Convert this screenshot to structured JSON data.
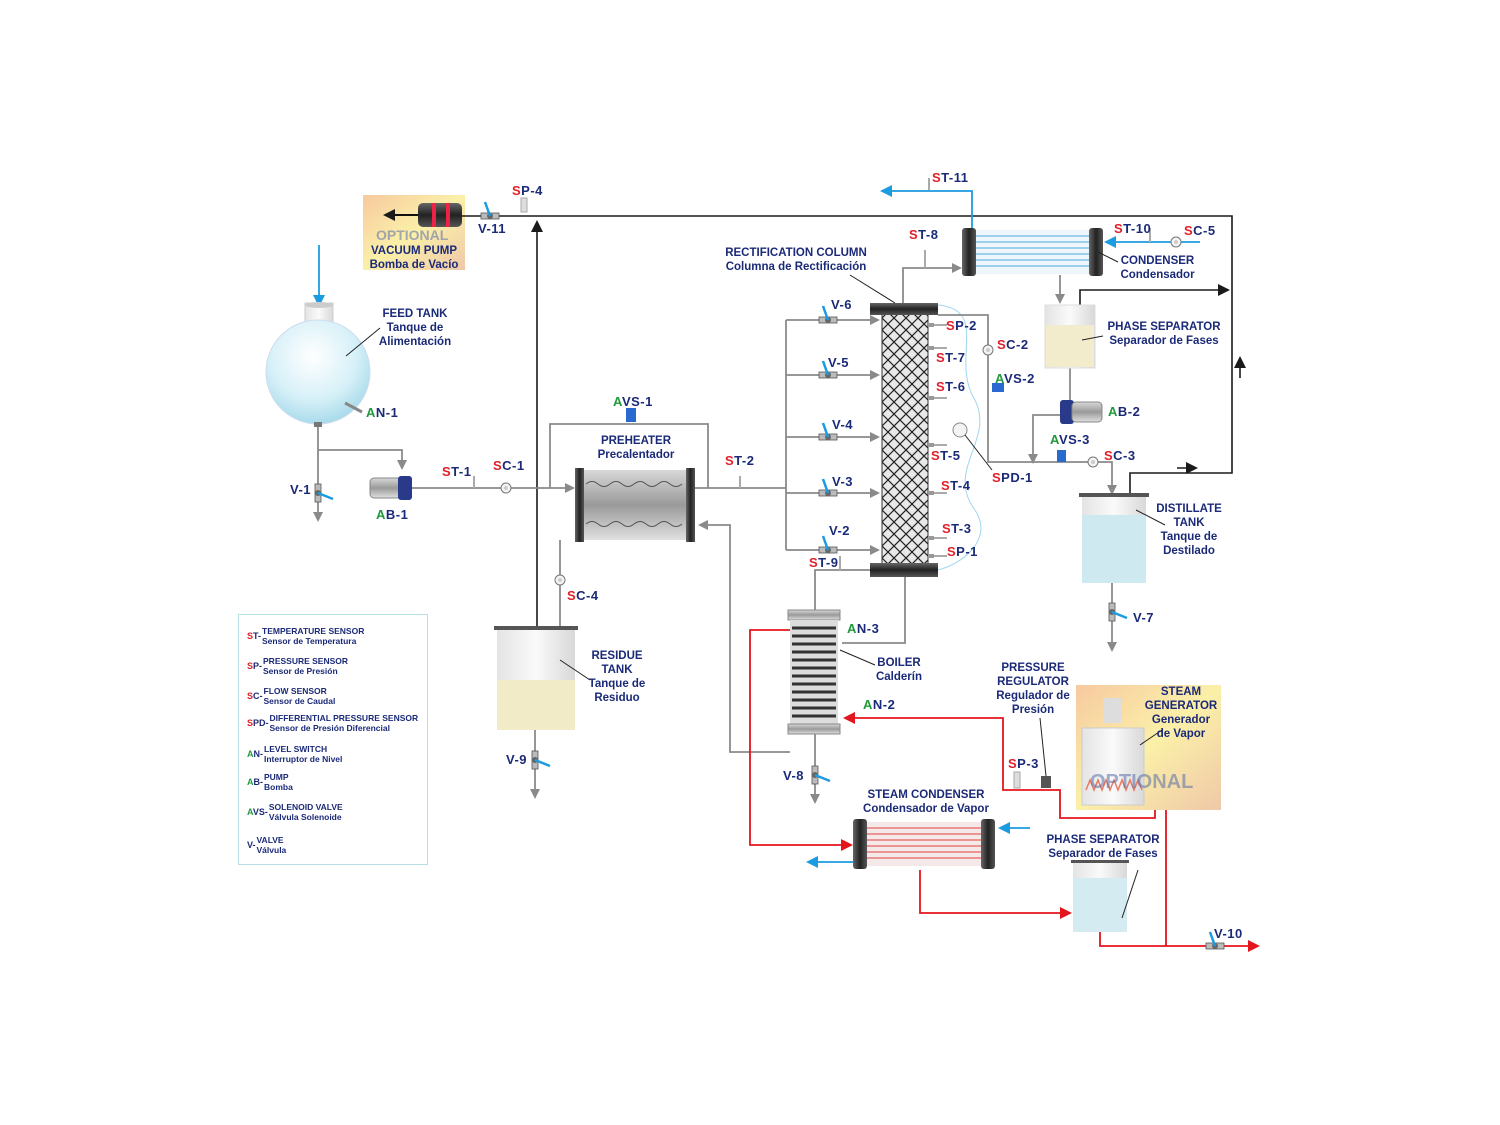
{
  "equipment": {
    "vacuum_pump": {
      "en": "VACUUM PUMP",
      "es": "Bomba de Vacío",
      "badge": "OPTIONAL"
    },
    "feed_tank": {
      "en": "FEED TANK",
      "es1": "Tanque de",
      "es2": "Alimentación"
    },
    "preheater": {
      "en": "PREHEATER",
      "es": "Precalentador"
    },
    "rectification_column": {
      "en": "RECTIFICATION COLUMN",
      "es": "Columna de Rectificación"
    },
    "condenser": {
      "en": "CONDENSER",
      "es": "Condensador"
    },
    "phase_separator_top": {
      "en": "PHASE SEPARATOR",
      "es": "Separador de Fases"
    },
    "distillate_tank": {
      "en1": "DISTILLATE",
      "en2": "TANK",
      "es1": "Tanque de",
      "es2": "Destilado"
    },
    "residue_tank": {
      "en1": "RESIDUE",
      "en2": "TANK",
      "es1": "Tanque de",
      "es2": "Residuo"
    },
    "boiler": {
      "en": "BOILER",
      "es": "Calderín"
    },
    "pressure_regulator": {
      "en1": "PRESSURE",
      "en2": "REGULATOR",
      "es1": "Regulador de",
      "es2": "Presión"
    },
    "steam_generator": {
      "en1": "STEAM",
      "en2": "GENERATOR",
      "es1": "Generador",
      "es2": "de Vapor",
      "badge": "OPTIONAL"
    },
    "steam_condenser": {
      "en": "STEAM CONDENSER",
      "es": "Condensador de Vapor"
    },
    "phase_separator_bottom": {
      "en": "PHASE SEPARATOR",
      "es": "Separador de Fases"
    }
  },
  "tags": {
    "st1": "ST-1",
    "st2": "ST-2",
    "st3": "ST-3",
    "st4": "ST-4",
    "st5": "ST-5",
    "st6": "ST-6",
    "st7": "ST-7",
    "st8": "ST-8",
    "st9": "ST-9",
    "st10": "ST-10",
    "st11": "ST-11",
    "sp1": "SP-1",
    "sp2": "SP-2",
    "sp3": "SP-3",
    "sp4": "SP-4",
    "sc1": "SC-1",
    "sc2": "SC-2",
    "sc3": "SC-3",
    "sc4": "SC-4",
    "sc5": "SC-5",
    "spd1": "SPD-1",
    "an1": "AN-1",
    "an2": "AN-2",
    "an3": "AN-3",
    "ab1": "AB-1",
    "ab2": "AB-2",
    "avs1": "AVS-1",
    "avs2": "AVS-2",
    "avs3": "AVS-3",
    "v1": "V-1",
    "v2": "V-2",
    "v3": "V-3",
    "v4": "V-4",
    "v5": "V-5",
    "v6": "V-6",
    "v7": "V-7",
    "v8": "V-8",
    "v9": "V-9",
    "v10": "V-10",
    "v11": "V-11"
  },
  "legend": [
    {
      "code": "ST-",
      "en": "TEMPERATURE SENSOR",
      "es": "Sensor de Temperatura"
    },
    {
      "code": "SP-",
      "en": "PRESSURE SENSOR",
      "es": "Sensor de Presión"
    },
    {
      "code": "SC-",
      "en": "FLOW SENSOR",
      "es": "Sensor de Caudal"
    },
    {
      "code": "SPD-",
      "en": "DIFFERENTIAL PRESSURE SENSOR",
      "es": "Sensor de Presión Diferencial"
    },
    {
      "code": "AN-",
      "en": "LEVEL SWITCH",
      "es": "Interruptor de Nivel"
    },
    {
      "code": "AB-",
      "en": "PUMP",
      "es": "Bomba"
    },
    {
      "code": "AVS-",
      "en": "SOLENOID VALVE",
      "es": "Válvula Solenoide"
    },
    {
      "code": "V-",
      "en": "VALVE",
      "es": "Válvula"
    }
  ],
  "colors": {
    "process_line": "#8a8a8a",
    "vacuum_line": "#1a1a1a",
    "steam_line": "#e3161d",
    "cooling_water": "#1b9be0",
    "label_text": "#1b2a78",
    "sensor_prefix": "#e0202a",
    "actuator_prefix": "#1f9a3a"
  }
}
